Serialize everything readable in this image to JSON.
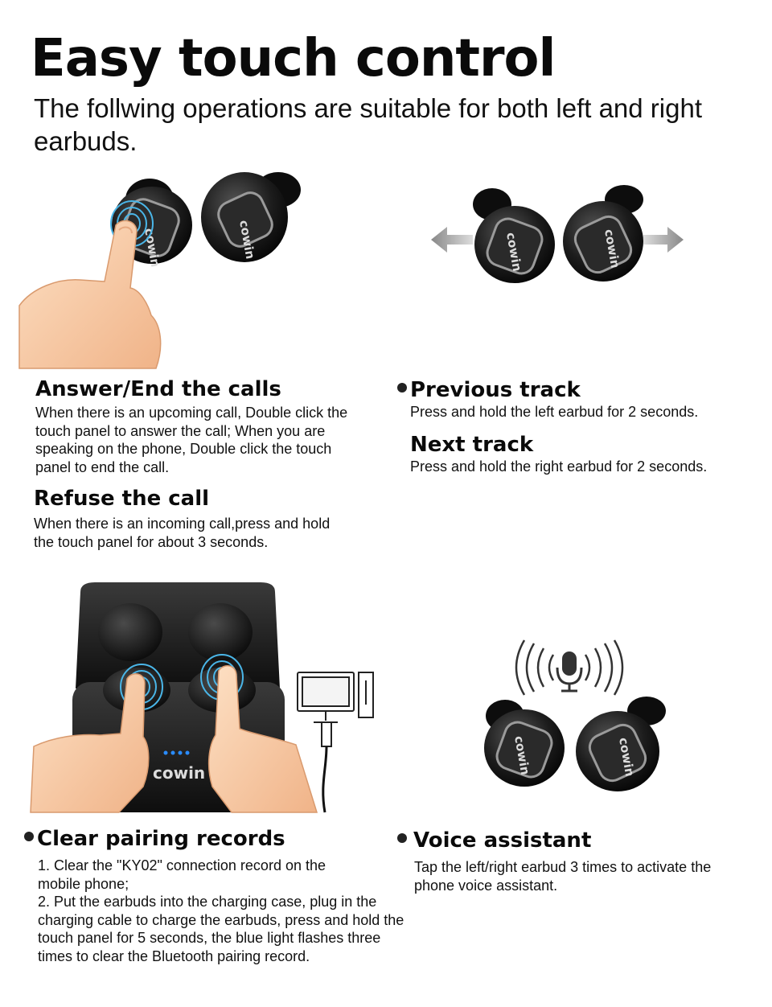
{
  "header": {
    "title": "Easy touch control",
    "subtitle": "The follwing operations are suitable for both left and right earbuds."
  },
  "brand": "cowin",
  "sections": {
    "answer": {
      "title": "Answer/End the calls",
      "body": "When there is an upcoming call, Double click the touch panel to answer the call; When you are speaking on the phone, Double click the touch panel to end the call."
    },
    "refuse": {
      "title": "Refuse the call",
      "body": "When there is an incoming call,press and hold the touch panel for about 3 seconds."
    },
    "previous": {
      "title": "Previous track",
      "body": "Press and hold the left earbud for 2 seconds."
    },
    "next": {
      "title": "Next track",
      "body": "Press and hold the right earbud for 2 seconds."
    },
    "clear": {
      "title": "Clear pairing records",
      "steps": [
        "1. Clear the \"KY02\" connection record on the mobile phone;",
        "2. Put the earbuds into the charging case, plug in the charging cable to charge the earbuds, press and hold the touch panel for 5 seconds, the blue light flashes three times to clear the Bluetooth pairing record."
      ]
    },
    "voice": {
      "title": "Voice assistant",
      "body": "Tap the left/right earbud 3 times to activate the phone voice assistant."
    }
  },
  "icons": [
    "fingerprint-icon",
    "left-arrow-icon",
    "right-arrow-icon",
    "microphone-icon",
    "sound-wave-icon",
    "monitor-icon",
    "usb-plug-icon"
  ],
  "colors": {
    "text": "#111111",
    "earbud": "#1a1a1a",
    "skin": "#f6c9a3",
    "led": "#2a8cff",
    "touch_ring": "#4ab6e8"
  }
}
